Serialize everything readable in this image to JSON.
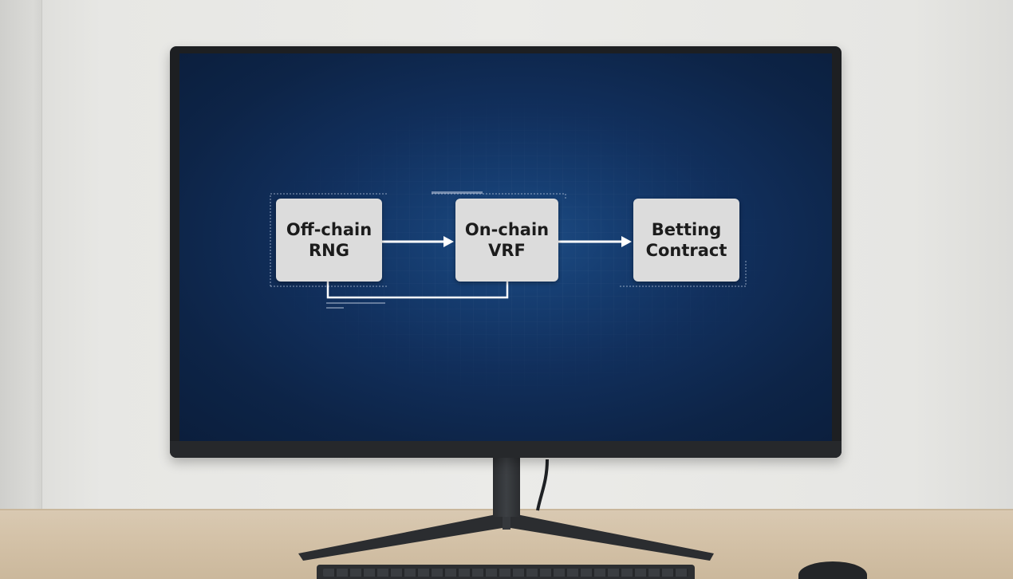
{
  "diagram": {
    "nodes": [
      {
        "id": "offchain",
        "label": "Off-chain\nRNG"
      },
      {
        "id": "onchain",
        "label": "On-chain\nVRF"
      },
      {
        "id": "betting",
        "label": "Betting\nContract"
      }
    ],
    "edges": [
      {
        "from": "offchain",
        "to": "onchain",
        "kind": "arrow"
      },
      {
        "from": "onchain",
        "to": "betting",
        "kind": "arrow"
      },
      {
        "from": "offchain",
        "to": "onchain",
        "kind": "bottom-loop"
      }
    ]
  },
  "colors": {
    "screen_bg": "#112f5c",
    "node_bg": "#dcdcdc",
    "node_text": "#1c1c1c",
    "connector": "#ffffff",
    "wall": "#ebebe8",
    "desk": "#d4c2a8",
    "monitor": "#1d1f22"
  }
}
